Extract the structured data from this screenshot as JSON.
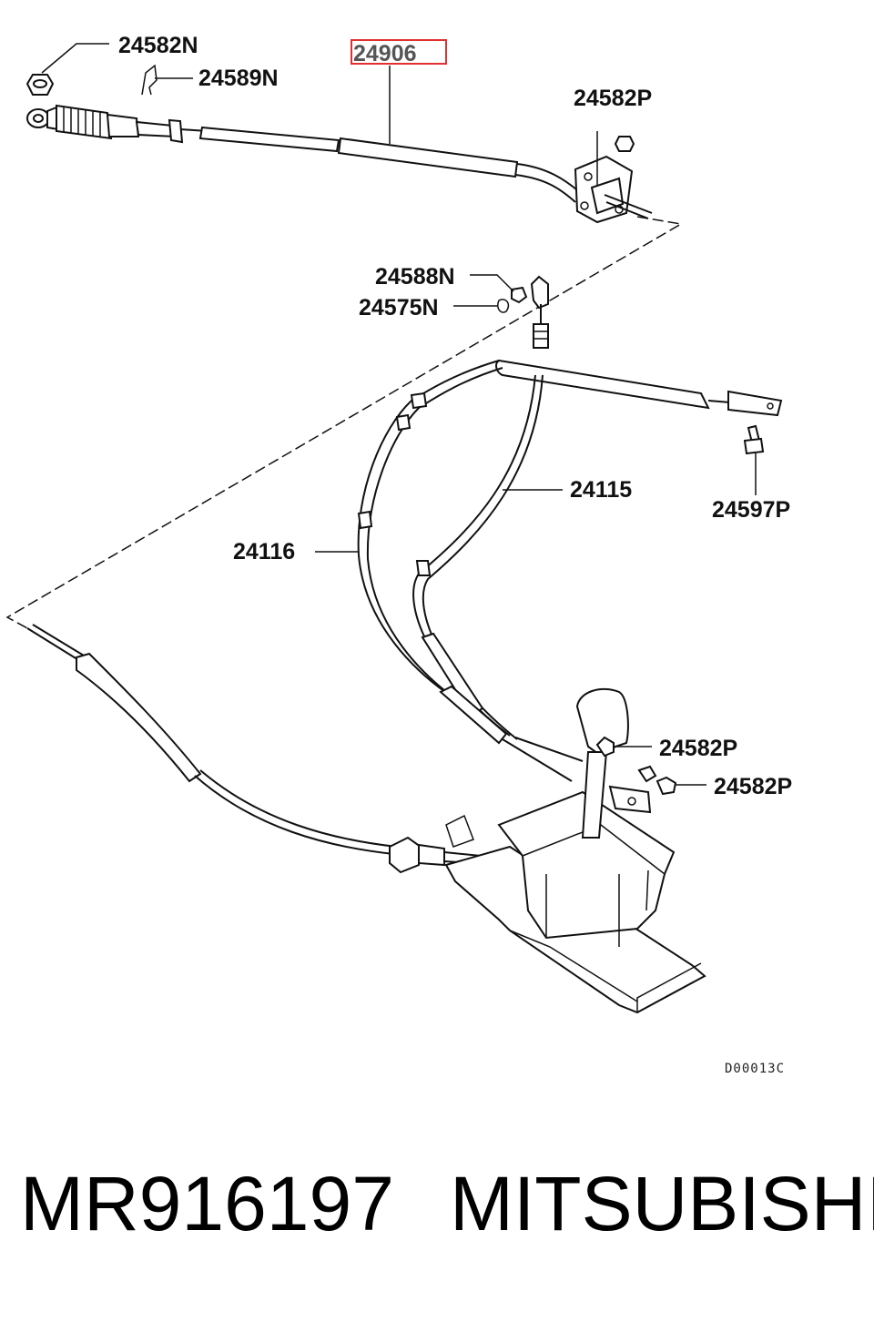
{
  "diagram": {
    "highlight_color": "#e03030",
    "drawing_code": "D00013C",
    "callouts": [
      {
        "id": "c1",
        "label": "24582N"
      },
      {
        "id": "c2",
        "label": "24589N"
      },
      {
        "id": "c3",
        "label": "24906",
        "highlighted": true
      },
      {
        "id": "c4",
        "label": "24582P"
      },
      {
        "id": "c5",
        "label": "24588N"
      },
      {
        "id": "c6",
        "label": "24575N"
      },
      {
        "id": "c7",
        "label": "24115"
      },
      {
        "id": "c8",
        "label": "24597P"
      },
      {
        "id": "c9",
        "label": "24116"
      },
      {
        "id": "c10",
        "label": "24582P"
      },
      {
        "id": "c11",
        "label": "24582P"
      }
    ]
  },
  "footer": {
    "part_number": "MR916197",
    "brand": "MITSUBISHI"
  }
}
